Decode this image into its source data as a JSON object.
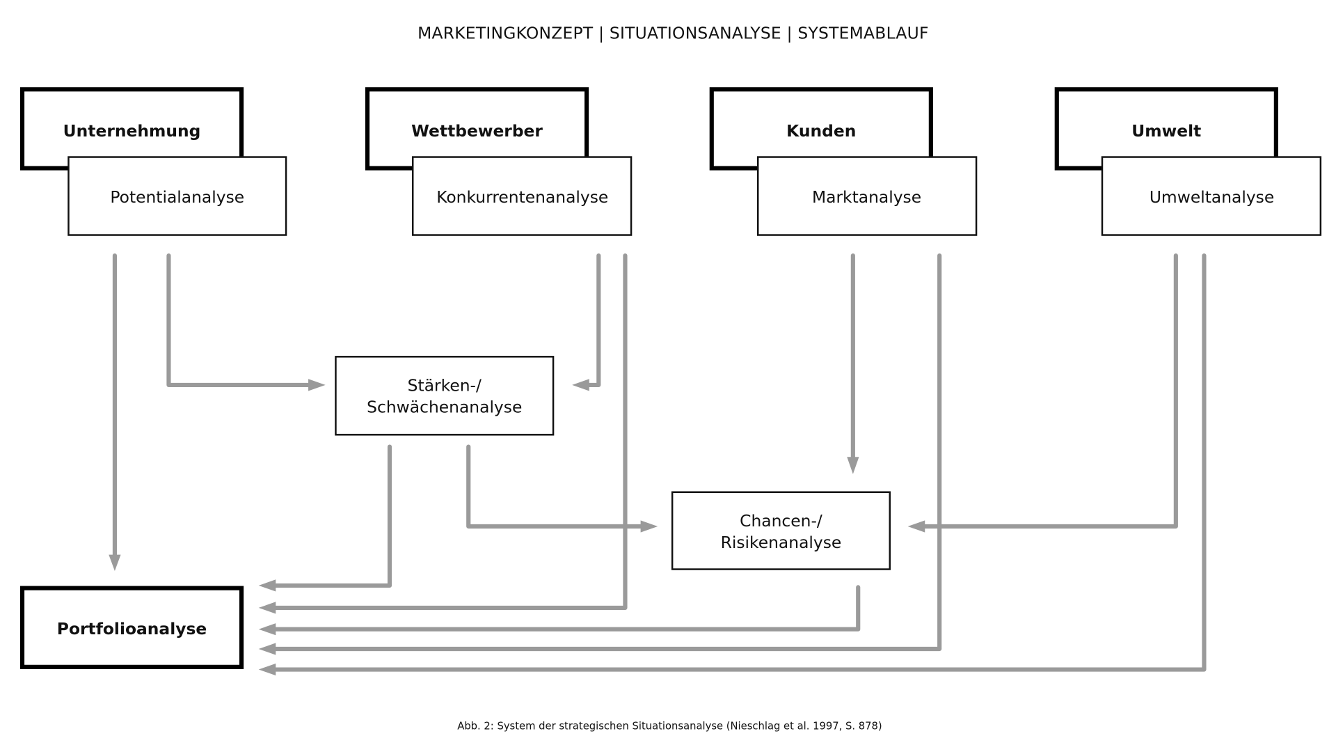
{
  "title": "MARKETINGKONZEPT | SITUATIONSANALYSE | SYSTEMABLAUF",
  "columns": [
    {
      "source": "Unternehmung",
      "analysis": "Potentialanalyse"
    },
    {
      "source": "Wettbewerber",
      "analysis": "Konkurrentenanalyse"
    },
    {
      "source": "Kunden",
      "analysis": "Marktanalyse"
    },
    {
      "source": "Umwelt",
      "analysis": "Umweltanalyse"
    }
  ],
  "swot": {
    "strengths_line1": "Stärken-/",
    "strengths_line2": "Schwächenanalyse",
    "chances_line1": "Chancen-/",
    "chances_line2": "Risikenanalyse"
  },
  "result": "Portfolioanalyse",
  "caption": "Abb. 2: System der strategischen Situationsanalyse (Nieschlag et al. 1997, S. 878)",
  "colors": {
    "connector": "#9a9a9a",
    "box_border": "#000000"
  }
}
